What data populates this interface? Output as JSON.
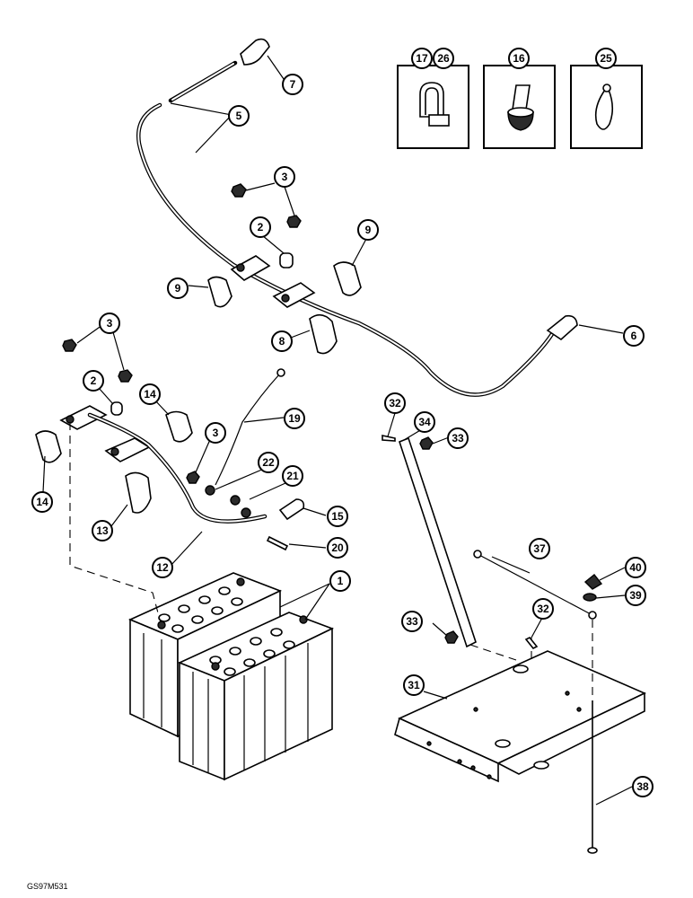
{
  "figure_code": "GS97M531",
  "callouts": {
    "c1": "1",
    "c2a": "2",
    "c2b": "2",
    "c3a": "3",
    "c3b": "3",
    "c3c": "3",
    "c5": "5",
    "c6": "6",
    "c7": "7",
    "c8": "8",
    "c9a": "9",
    "c9b": "9",
    "c12": "12",
    "c13": "13",
    "c14a": "14",
    "c14b": "14",
    "c15": "15",
    "c16": "16",
    "c17": "17",
    "c19": "19",
    "c20": "20",
    "c21": "21",
    "c22": "22",
    "c25": "25",
    "c26": "26",
    "c31": "31",
    "c32a": "32",
    "c32b": "32",
    "c33a": "33",
    "c33b": "33",
    "c34": "34",
    "c37": "37",
    "c38": "38",
    "c39": "39",
    "c40": "40"
  }
}
